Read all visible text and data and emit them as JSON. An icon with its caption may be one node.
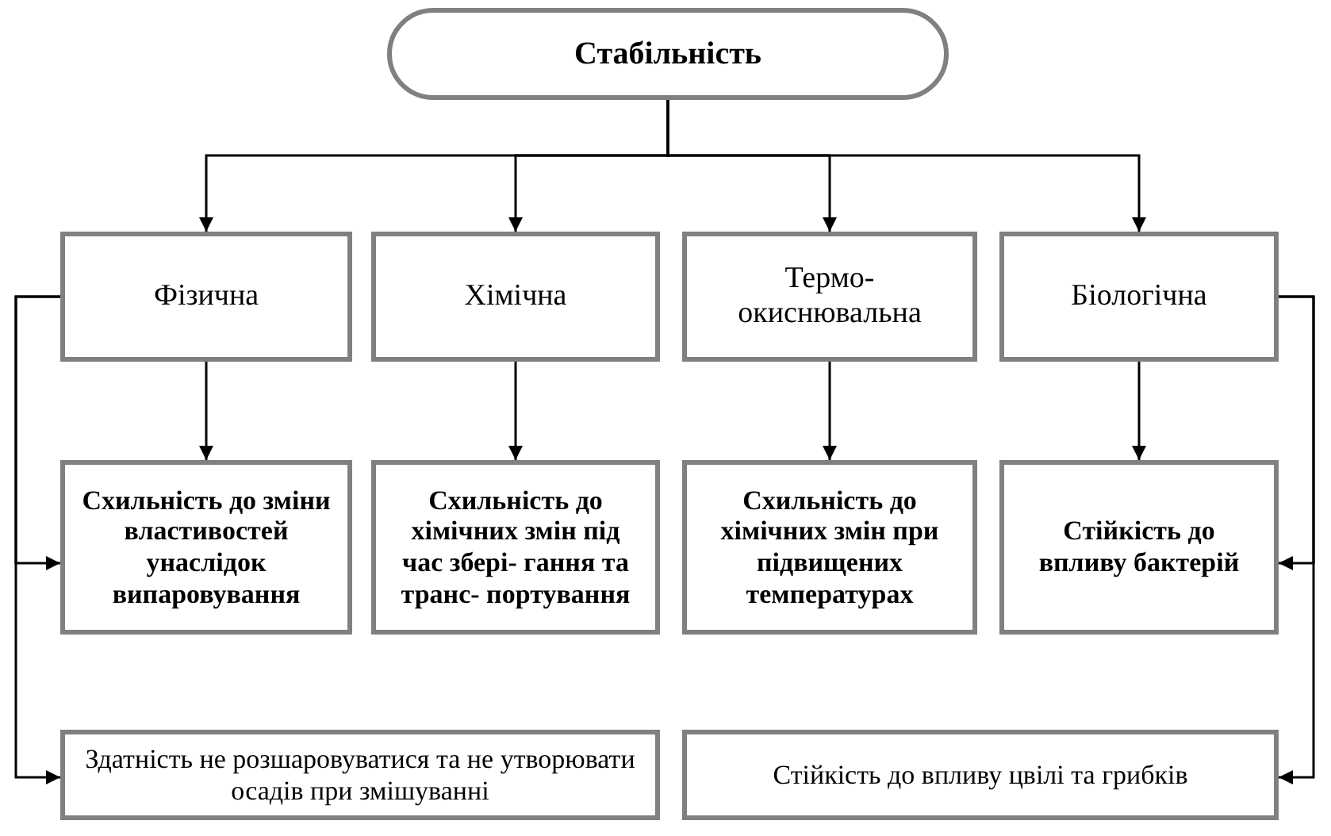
{
  "diagram": {
    "nodes": [
      {
        "text": [
          "Стабільність"
        ]
      },
      {
        "text": [
          "Фізична"
        ]
      },
      {
        "text": [
          "Хімічна"
        ]
      },
      {
        "text": [
          "Термо- окиснювальна"
        ]
      },
      {
        "text": [
          "Біологічна"
        ]
      },
      {
        "text": [
          "Схильність до зміни властивостей унаслідок випаровування"
        ]
      },
      {
        "text": [
          "Схильність до хімічних змін під час збері- гання та транс- портування"
        ]
      },
      {
        "text": [
          "Схильність до хімічних змін при підвищених температурах"
        ]
      },
      {
        "text": [
          "Стійкість до впливу бактерій"
        ]
      },
      {
        "text": [
          "Здатність не розшаровуватися та не утворювати осадів при змішуванні"
        ]
      },
      {
        "text": [
          "Стійкість до впливу цвілі та грибків"
        ]
      }
    ],
    "edges": [
      {
        "from": 0,
        "to": 1,
        "arrow": "to"
      },
      {
        "from": 0,
        "to": 2,
        "arrow": "to"
      },
      {
        "from": 0,
        "to": 3,
        "arrow": "to"
      },
      {
        "from": 0,
        "to": 4,
        "arrow": "to"
      },
      {
        "from": 1,
        "to": 5,
        "arrow": "to"
      },
      {
        "from": 2,
        "to": 6,
        "arrow": "to"
      },
      {
        "from": 3,
        "to": 7,
        "arrow": "to"
      },
      {
        "from": 4,
        "to": 8,
        "arrow": "to"
      },
      {
        "from": 1,
        "to": 5,
        "arrow": "to"
      },
      {
        "from": 1,
        "to": 9,
        "arrow": "to"
      },
      {
        "from": 4,
        "to": 8,
        "arrow": "to"
      },
      {
        "from": 4,
        "to": 10,
        "arrow": "to"
      }
    ]
  }
}
